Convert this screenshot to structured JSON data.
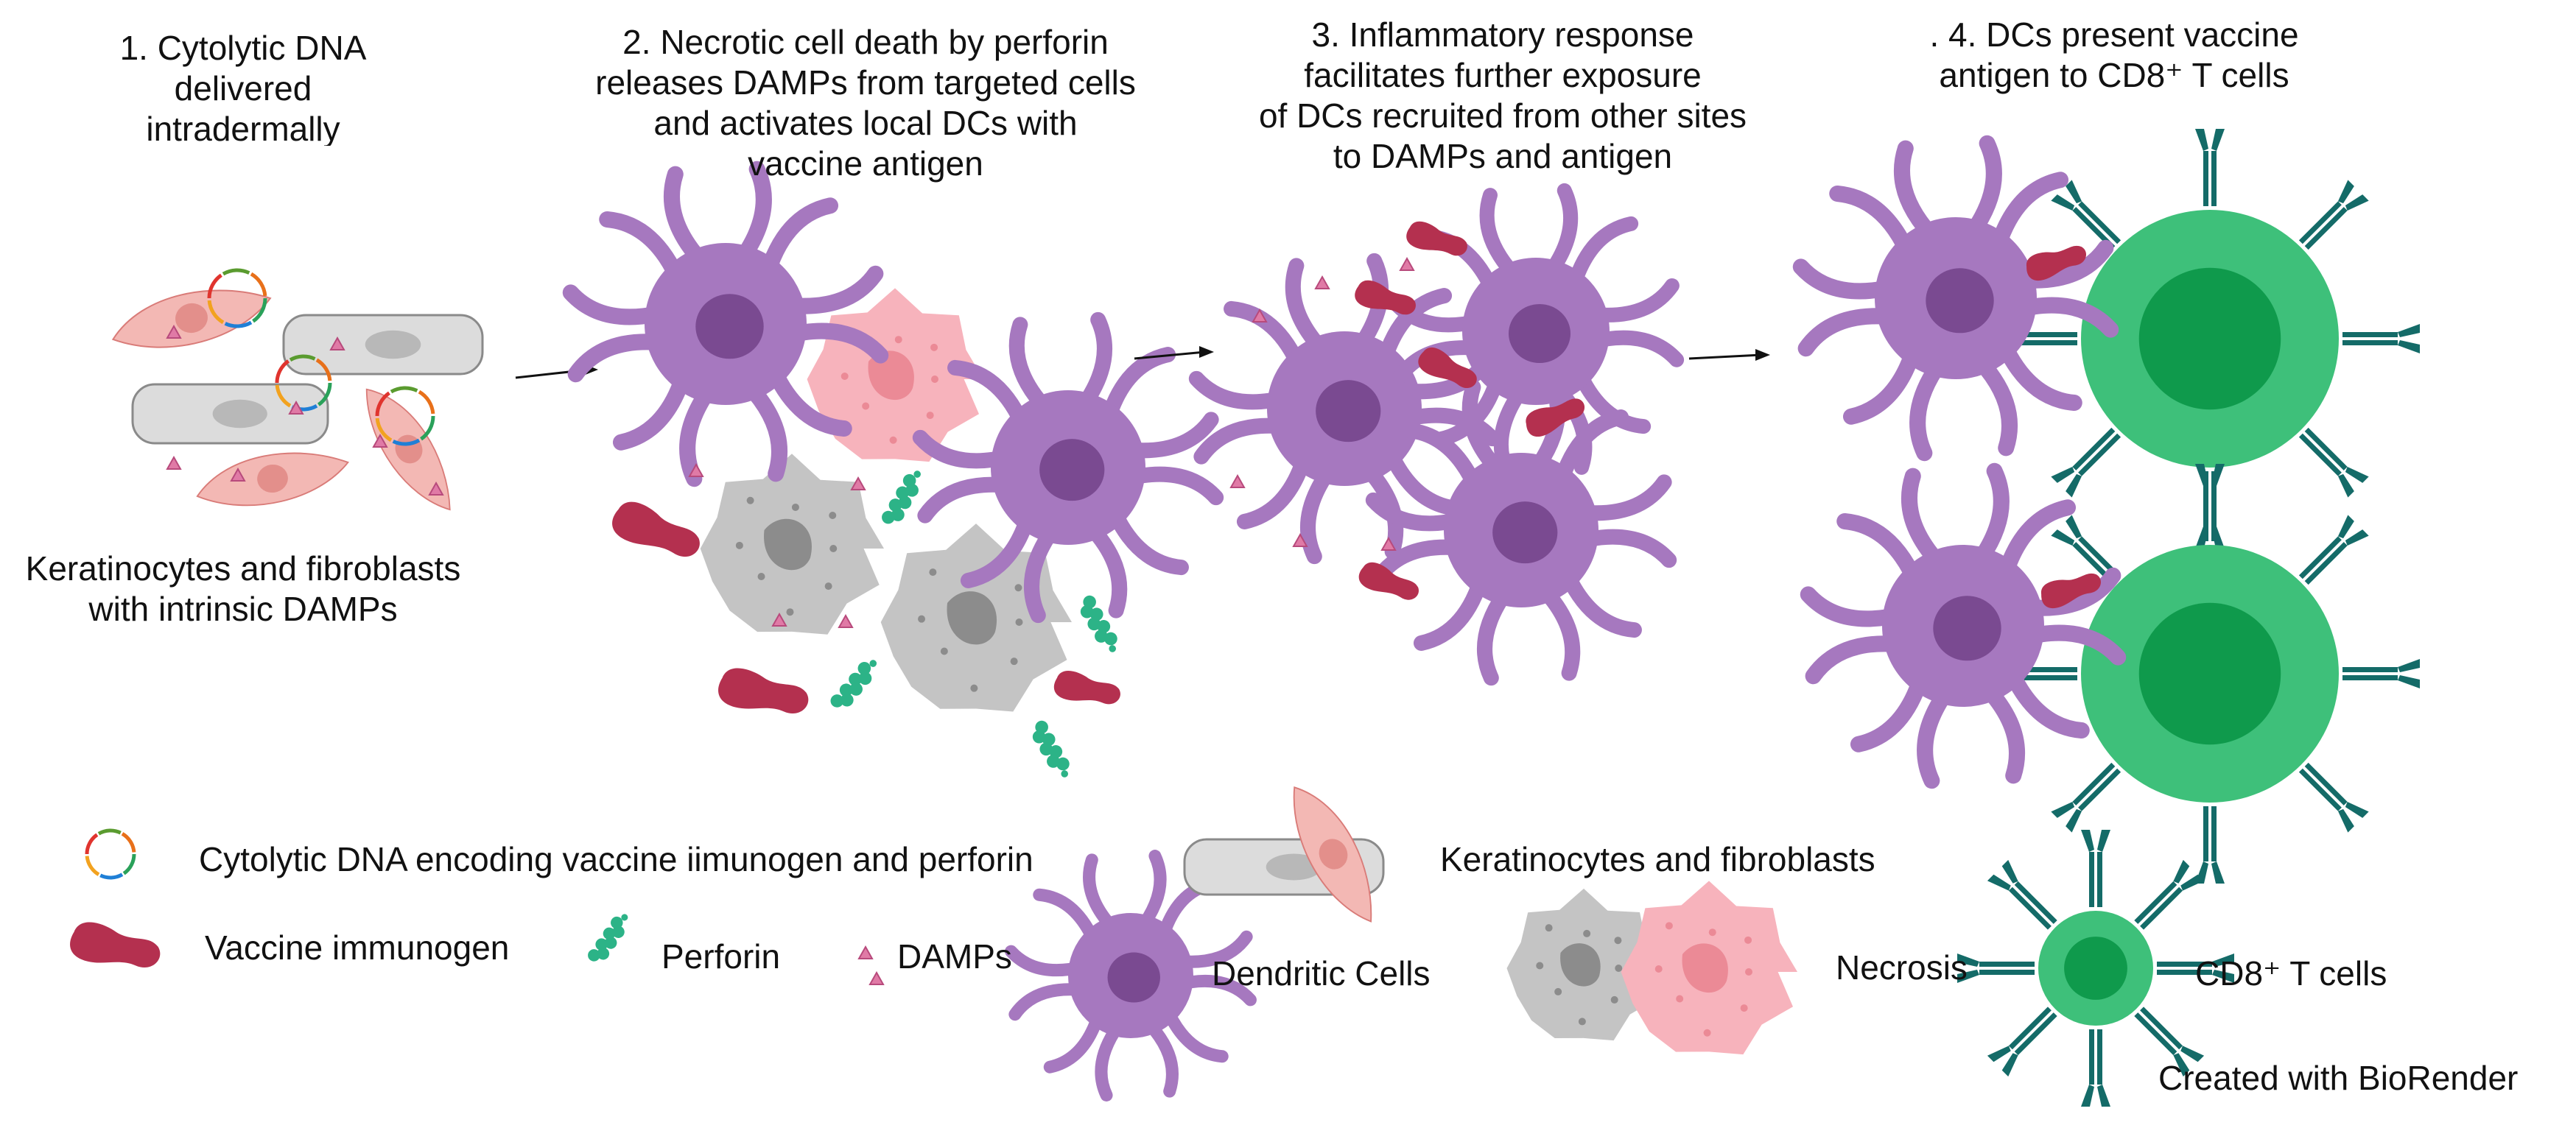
{
  "steps": [
    {
      "text": "1. Cytolytic DNA\ndelivered\nintradermally"
    },
    {
      "text": "2. Necrotic cell death by perforin\nreleases DAMPs from targeted cells\nand activates local DCs with\nvaccine antigen"
    },
    {
      "text": "3. Inflammatory response\nfacilitates further exposure\nof DCs recruited from other sites\nto DAMPs and antigen"
    },
    {
      "text": ". 4. DCs present vaccine\nantigen to CD8⁺ T cells"
    }
  ],
  "panel1_caption": "Keratinocytes and fibroblasts\nwith intrinsic DAMPs",
  "legend": {
    "dna": "Cytolytic DNA encoding vaccine iimunogen and perforin",
    "immunogen": "Vaccine immunogen",
    "perforin": "Perforin",
    "damps": "DAMPs",
    "dc": "Dendritic Cells",
    "kf": "Keratinocytes and fibroblasts",
    "necrosis": "Necrosis",
    "tcell": "CD8⁺ T cells"
  },
  "credit": "Created with BioRender",
  "colors": {
    "dc_body": "#a678bf",
    "dc_nucleus": "#7a4a91",
    "tcell_outer": "#3ec07a",
    "tcell_inner": "#0f9a4c",
    "receptor": "#146b68",
    "immunogen": "#b4304f",
    "perforin": "#2cb387",
    "damp": "#e07aa6",
    "fibroblast": "#f3b8b4",
    "keratinocyte": "#dcdcdc",
    "necrosis_pink": "#f7b3bc",
    "necrosis_grey": "#c4c4c4"
  }
}
